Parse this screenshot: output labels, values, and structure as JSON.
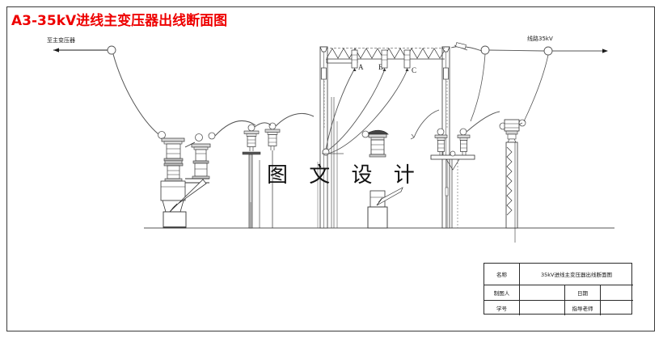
{
  "drawing": {
    "title": "A3-35kV进线主变压器出线断面图",
    "title_color": "#ee0000",
    "watermark": "图 文 设 计",
    "background": "#ffffff",
    "line_color": "#1a1a1a"
  },
  "labels": {
    "left_terminal": "至主变压器",
    "right_terminal": "线路35kV",
    "phase_a": "A",
    "phase_b": "B",
    "phase_c": "C"
  },
  "title_block": {
    "rows": [
      {
        "label": "名称",
        "value": "35kV进线主变压器出线断面图"
      },
      {
        "label": "制图人",
        "value": "",
        "label2": "日期",
        "value2": ""
      },
      {
        "label": "学号",
        "value": "",
        "label2": "指导老师",
        "value2": ""
      }
    ]
  }
}
